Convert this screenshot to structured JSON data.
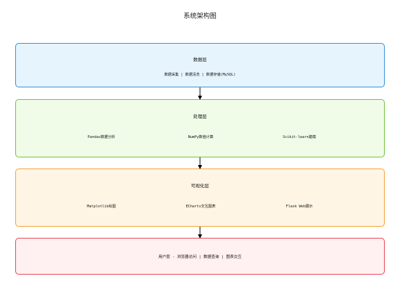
{
  "title": "系统架构图",
  "colors": {
    "data_fill": "#e6f5fd",
    "data_border": "#2f8fd8",
    "proc_fill": "#f0fbe8",
    "proc_border": "#6fc23c",
    "vis_fill": "#fff5e4",
    "vis_border": "#f3a23a",
    "user_fill": "#fff0f1",
    "user_border": "#e8434f",
    "arrow": "#000000"
  },
  "layers": {
    "data": {
      "title": "数据层",
      "items_line": "数据采集 | 数据清洗 | 数据存储(MySQL)"
    },
    "processing": {
      "title": "处理层",
      "items": [
        "Pandas数据分析",
        "NumPy数值计算",
        "Scikit-learn建模"
      ]
    },
    "visualization": {
      "title": "可视化层",
      "items": [
        "Matplotlib绘图",
        "ECharts交互图表",
        "Flask Web展示"
      ]
    },
    "user": {
      "line": "用户层 - 浏览器访问 | 数据查询 | 图表交互"
    }
  }
}
